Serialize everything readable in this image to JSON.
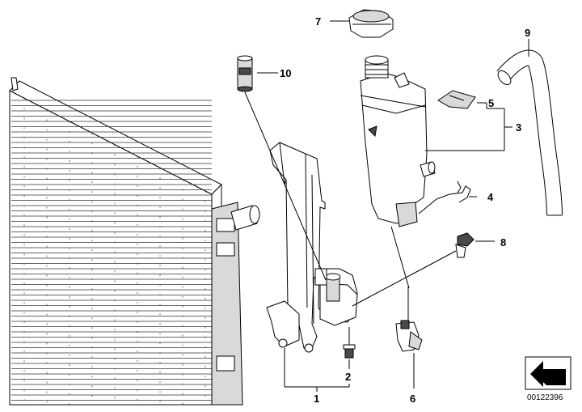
{
  "callouts": {
    "c1": "1",
    "c2": "2",
    "c3": "3",
    "c4": "4",
    "c5": "5",
    "c6": "6",
    "c7": "7",
    "c8": "8",
    "c9": "9",
    "c10": "10"
  },
  "document_number": "00122396",
  "icons": {
    "orientation": "orientation-arrow-icon"
  },
  "colors": {
    "line": "#000000",
    "background": "#ffffff"
  }
}
